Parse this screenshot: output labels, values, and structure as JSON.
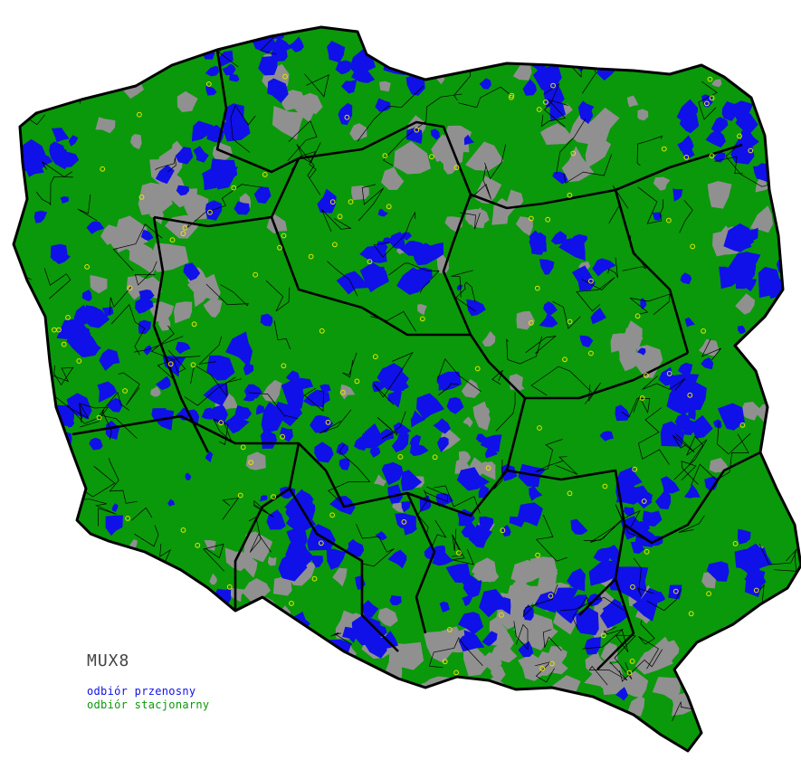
{
  "legend": {
    "title": "MUX8",
    "items": [
      {
        "label": "odbiór przenosny",
        "color": "#1010e8"
      },
      {
        "label": "odbiór stacjonarny",
        "color": "#0a990a"
      }
    ]
  },
  "colors": {
    "stationary": "#0a990a",
    "portable": "#1010e8",
    "none": "#909090",
    "borders": "#000000",
    "transmitter_marker": "#e6e600"
  }
}
